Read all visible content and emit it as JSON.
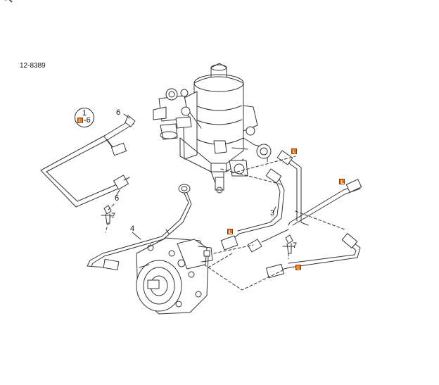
{
  "diagram_id": "12-8389",
  "callouts": {
    "c1": "1",
    "c1_range": "-6",
    "c6_top": "6",
    "c6_mid": "6",
    "c7_left": "7",
    "c4": "4",
    "c3": "3",
    "c7_right": "7"
  },
  "icons": {
    "zoom": "magnifier-icon",
    "hotspot": "part-link-icon"
  },
  "colors": {
    "line": "#333333",
    "hotspot": "#e8731a"
  }
}
